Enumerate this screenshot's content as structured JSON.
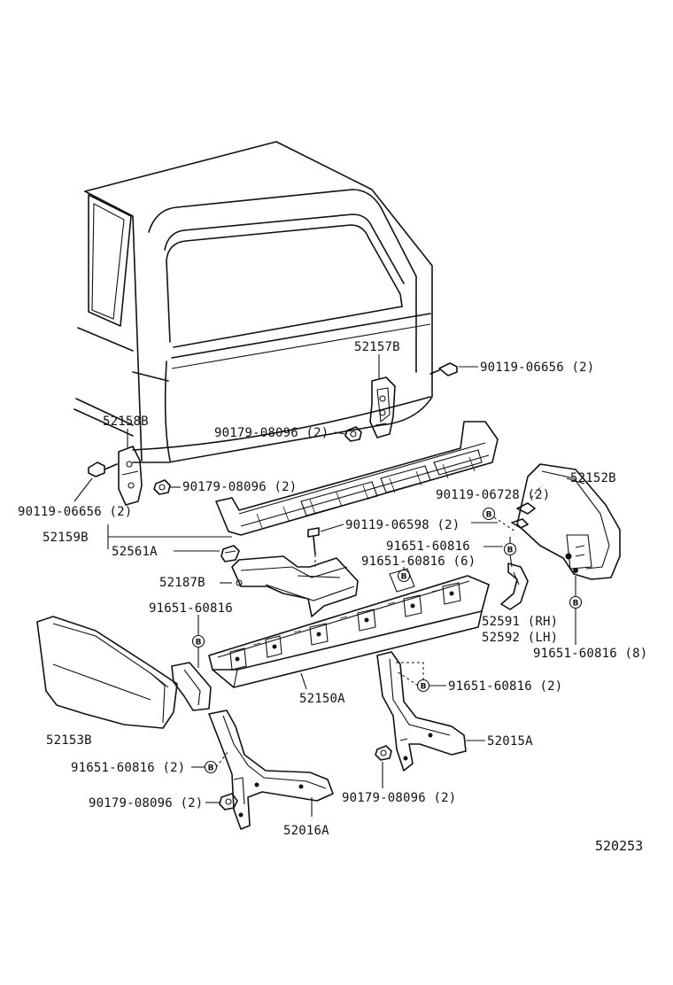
{
  "callouts": {
    "p52157B": "52157B",
    "p90119_06656_r": "90119-06656 (2)",
    "p52158B": "52158B",
    "p90179_08096_a": "90179-08096 (2)",
    "p90179_08096_b": "90179-08096 (2)",
    "p90119_06656_l": "90119-06656 (2)",
    "p52152B": "52152B",
    "p90119_06728": "90119-06728 (2)",
    "p52159B": "52159B",
    "p90119_06598": "90119-06598 (2)",
    "p52561A": "52561A",
    "p91651_60816_a": "91651-60816",
    "p91651_60816_6": "91651-60816 (6)",
    "p52187B": "52187B",
    "p91651_60816_l": "91651-60816",
    "p52591": "52591 (RH)",
    "p52592": "52592 (LH)",
    "p91651_60816_8": "91651-60816 (8)",
    "p52150A": "52150A",
    "p91651_60816_2a": "91651-60816 (2)",
    "p52153B": "52153B",
    "p52015A": "52015A",
    "p91651_60816_2b": "91651-60816 (2)",
    "p90179_08096_c": "90179-08096 (2)",
    "p90179_08096_d": "90179-08096 (2)",
    "p52016A": "52016A"
  },
  "clip_mark": "B",
  "diagram_number": "520253"
}
